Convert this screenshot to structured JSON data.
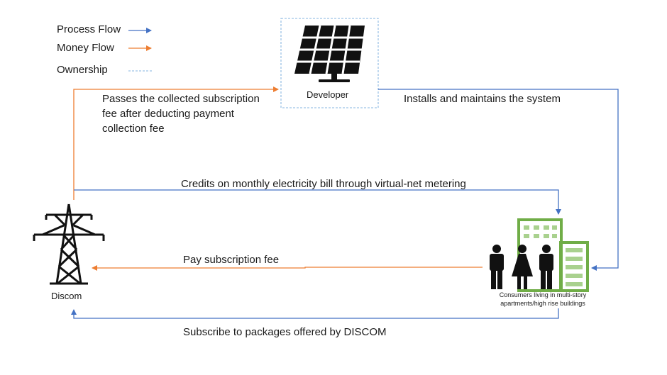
{
  "legend": {
    "process": "Process Flow",
    "money": "Money Flow",
    "ownership": "Ownership"
  },
  "nodes": {
    "developer": "Developer",
    "discom": "Discom",
    "consumers": "Consumers living in multi-story apartments/high rise buildings"
  },
  "flows": {
    "passes_fee": "Passes the collected subscription fee after deducting payment collection fee",
    "installs": "Installs and maintains the system",
    "credits": "Credits on monthly electricity bill through virtual-net metering",
    "pay_fee": "Pay subscription fee",
    "subscribe": "Subscribe to packages offered by DISCOM"
  },
  "colors": {
    "process": "#4472C4",
    "money": "#ED7D31",
    "ownership": "#9DC3E6",
    "building": "#70AD47",
    "building_light": "#A9D18E",
    "icon": "#111111"
  }
}
